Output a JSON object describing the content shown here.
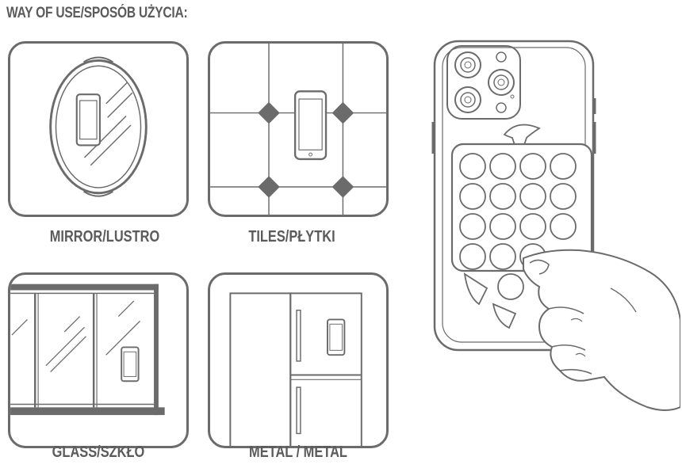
{
  "header": {
    "title": "WAY OF USE/SPOSÓB UŻYCIA:"
  },
  "panels": [
    {
      "caption": "MIRROR/LUSTRO",
      "icon": "mirror-icon"
    },
    {
      "caption": "TILES/PŁYTKI",
      "icon": "tiles-icon"
    },
    {
      "caption": "GLASS/SZKŁO",
      "icon": "glass-window-icon"
    },
    {
      "caption": "METAL / METAL",
      "icon": "fridge-icon"
    }
  ],
  "illustration": {
    "icon": "hand-holding-phone-with-suction-case-icon"
  },
  "colors": {
    "line": "#6b6b6b",
    "text": "#5b5b5b",
    "diamond": "#6b6b6b"
  }
}
